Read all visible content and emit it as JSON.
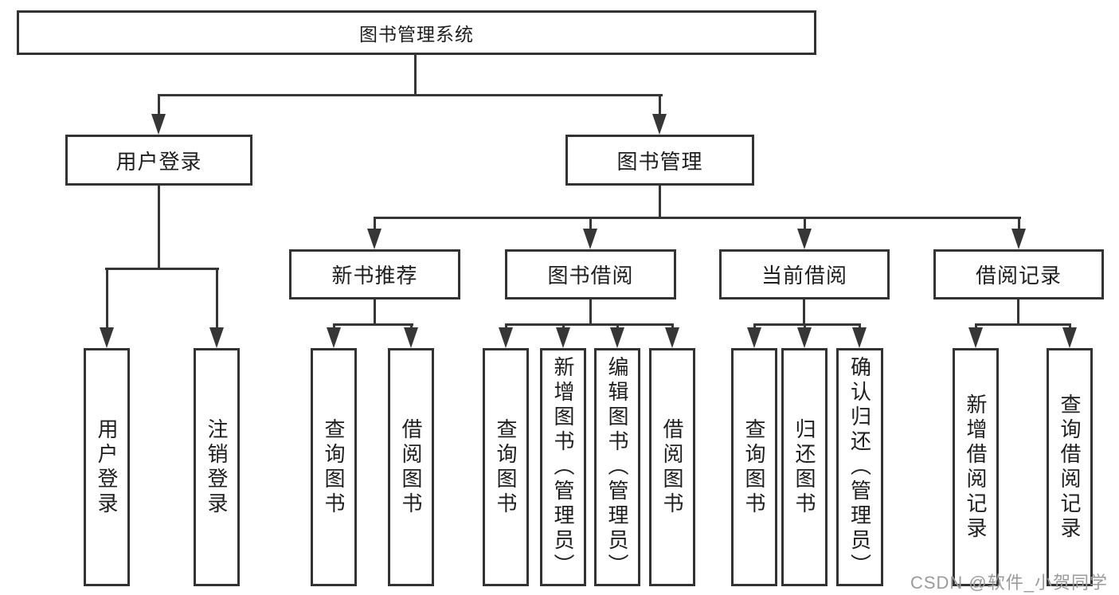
{
  "diagram": {
    "type": "hierarchy",
    "accent_color": "#363636",
    "box_border_color": "#333333",
    "background_color": "#ffffff",
    "watermark": "CSDN @软件_小贺同学"
  },
  "tree": {
    "root": "图书管理系统",
    "children": [
      {
        "label": "用户登录",
        "children": [
          "用户登录",
          "注销登录"
        ]
      },
      {
        "label": "图书管理",
        "children": [
          {
            "label": "新书推荐",
            "children": [
              "查询图书",
              "借阅图书"
            ]
          },
          {
            "label": "图书借阅",
            "children": [
              "查询图书",
              "新增图书（管理员）",
              "编辑图书（管理员）",
              "借阅图书"
            ]
          },
          {
            "label": "当前借阅",
            "children": [
              "查询图书",
              "归还图书",
              "确认归还（管理员）"
            ]
          },
          {
            "label": "借阅记录",
            "children": [
              "新增借阅记录",
              "查询借阅记录"
            ]
          }
        ]
      }
    ]
  }
}
